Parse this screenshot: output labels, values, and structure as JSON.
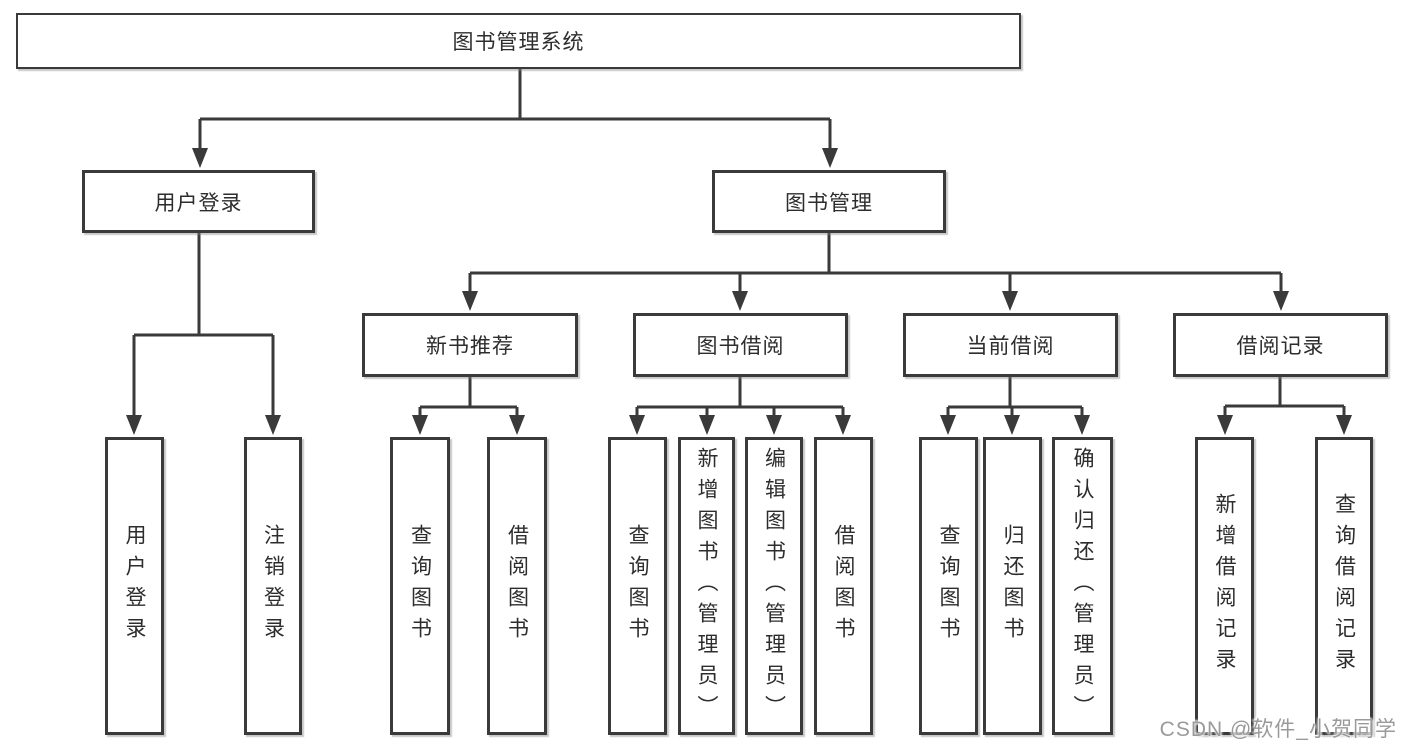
{
  "palette": {
    "line": "#3a3a3a",
    "text": "#2d2d2d",
    "background": "#ffffff",
    "watermark_color": "#9a9a9a"
  },
  "tree": {
    "root": {
      "label": "图书管理系统"
    },
    "children": [
      {
        "label": "用户登录",
        "children": [
          {
            "label": "用户登录"
          },
          {
            "label": "注销登录"
          }
        ]
      },
      {
        "label": "图书管理",
        "children": [
          {
            "label": "新书推荐",
            "children": [
              {
                "label": "查询图书"
              },
              {
                "label": "借阅图书"
              }
            ]
          },
          {
            "label": "图书借阅",
            "children": [
              {
                "label": "查询图书"
              },
              {
                "label": "新增图书（管理员）"
              },
              {
                "label": "编辑图书（管理员）"
              },
              {
                "label": "借阅图书"
              }
            ]
          },
          {
            "label": "当前借阅",
            "children": [
              {
                "label": "查询图书"
              },
              {
                "label": "归还图书"
              },
              {
                "label": "确认归还（管理员）"
              }
            ]
          },
          {
            "label": "借阅记录",
            "children": [
              {
                "label": "新增借阅记录"
              },
              {
                "label": "查询借阅记录"
              }
            ]
          }
        ]
      }
    ]
  },
  "watermark": {
    "text": "CSDN @软件_小贺同学"
  }
}
